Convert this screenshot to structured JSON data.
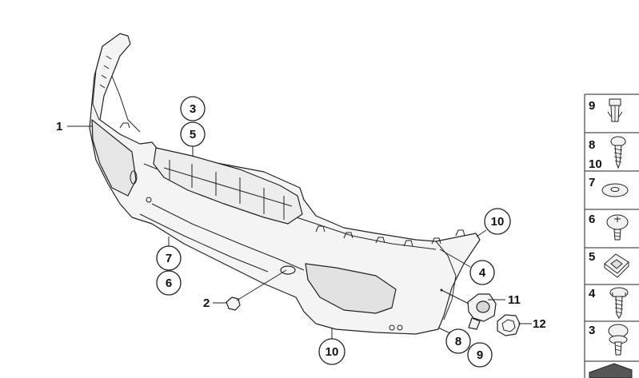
{
  "diagram": {
    "callouts": [
      {
        "id": "c1",
        "label": "1"
      },
      {
        "id": "c2",
        "label": "2"
      },
      {
        "id": "c3",
        "label": "3"
      },
      {
        "id": "c5",
        "label": "5"
      },
      {
        "id": "c7",
        "label": "7"
      },
      {
        "id": "c6",
        "label": "6"
      },
      {
        "id": "c10a",
        "label": "10"
      },
      {
        "id": "c4",
        "label": "4"
      },
      {
        "id": "c11",
        "label": "11"
      },
      {
        "id": "c12",
        "label": "12"
      },
      {
        "id": "c8",
        "label": "8"
      },
      {
        "id": "c9",
        "label": "9"
      },
      {
        "id": "c10b",
        "label": "10"
      }
    ],
    "legend": [
      {
        "labels": [
          "9"
        ],
        "icon": "expanding-rivet-icon"
      },
      {
        "labels": [
          "8",
          "10"
        ],
        "icon": "self-tapping-screw-icon"
      },
      {
        "labels": [
          "7"
        ],
        "icon": "washer-icon"
      },
      {
        "labels": [
          "6"
        ],
        "icon": "flange-screw-icon"
      },
      {
        "labels": [
          "5"
        ],
        "icon": "clip-nut-icon"
      },
      {
        "labels": [
          "4"
        ],
        "icon": "hex-screw-icon"
      },
      {
        "labels": [
          "3"
        ],
        "icon": "collar-screw-icon"
      }
    ]
  }
}
